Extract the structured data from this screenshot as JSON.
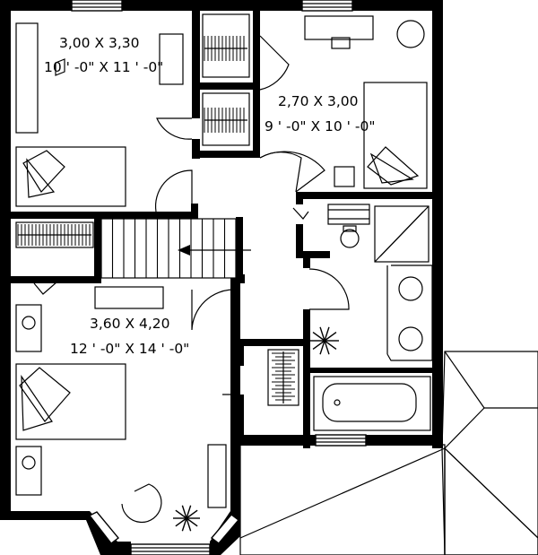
{
  "rooms": [
    {
      "id": "bedroom-northwest",
      "metric": "3,00  X  3,30",
      "imperial": "10 ' -0\"  X  11 ' -0\""
    },
    {
      "id": "bedroom-northeast",
      "metric": "2,70  X  3,00",
      "imperial": "9 ' -0\"  X  10 ' -0\""
    },
    {
      "id": "bedroom-south",
      "metric": "3,60  X  4,20",
      "imperial": "12 ' -0\"  X  14 ' -0\""
    }
  ]
}
